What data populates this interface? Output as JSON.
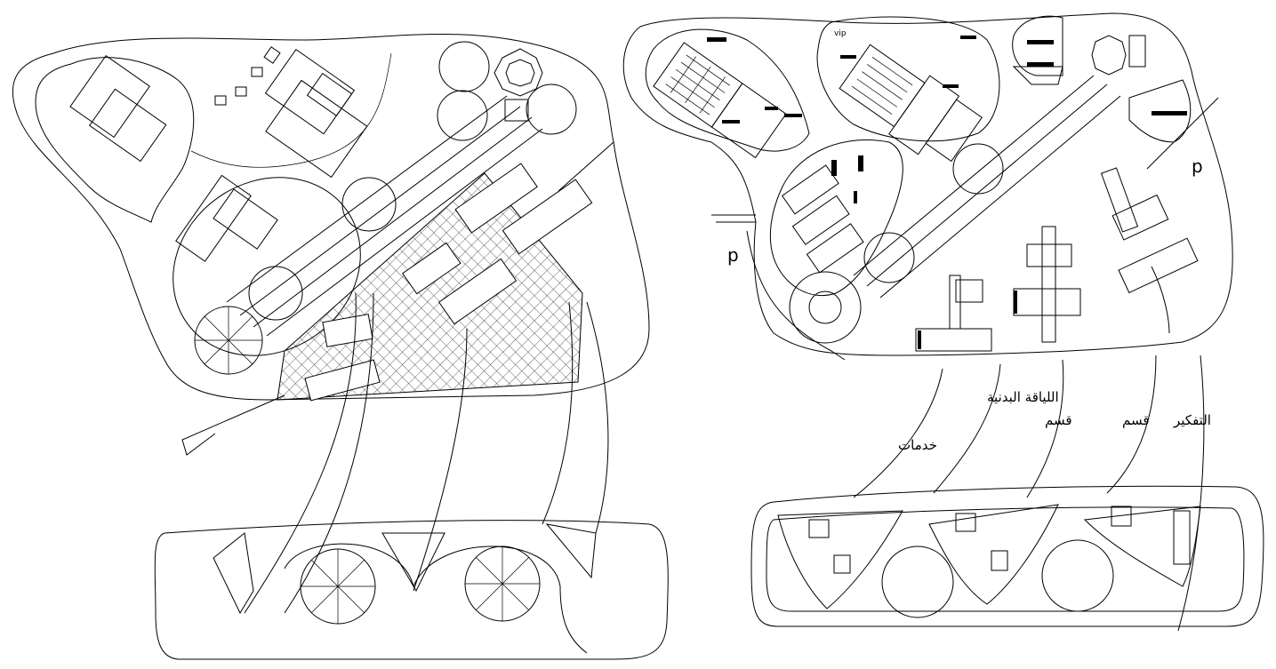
{
  "labels": {
    "vip": "vip",
    "parking_left": "p",
    "parking_right": "p",
    "services": "خدمات",
    "fitness": "اللياقة البدنية",
    "fitness_prefix": "قسم",
    "thinking": "التفكير",
    "thinking_suffix": "قسم"
  }
}
